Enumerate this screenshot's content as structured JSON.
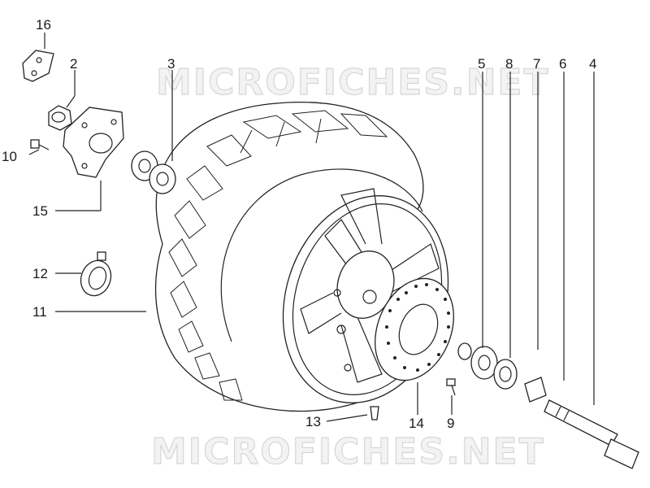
{
  "watermark": {
    "text": "MICROFICHES.NET",
    "color": "#d6d6d6"
  },
  "callouts": {
    "p2": "2",
    "p3": "3",
    "p4": "4",
    "p5": "5",
    "p6": "6",
    "p7": "7",
    "p8": "8",
    "p9": "9",
    "p10": "10",
    "p11": "11",
    "p12": "12",
    "p13": "13",
    "p14": "14",
    "p15": "15",
    "p16": "16"
  },
  "parts_icons": {
    "p16": "bracket-clip-icon",
    "p2": "nut-icon",
    "p15": "wheel-hub-icon",
    "p3": "bearing-pair-icon",
    "p10": "bolt-icon",
    "p12": "speedometer-drive-ring-icon",
    "p11": "tire-rim-icon",
    "p13": "tire-valve-icon",
    "p14": "brake-disc-icon",
    "p9": "disc-bolt-icon",
    "p5": "spacer-icon",
    "p8": "bearing-icon",
    "p7": "seal-ring-icon",
    "p6": "bushing-icon",
    "p4": "wheel-axle-icon"
  }
}
